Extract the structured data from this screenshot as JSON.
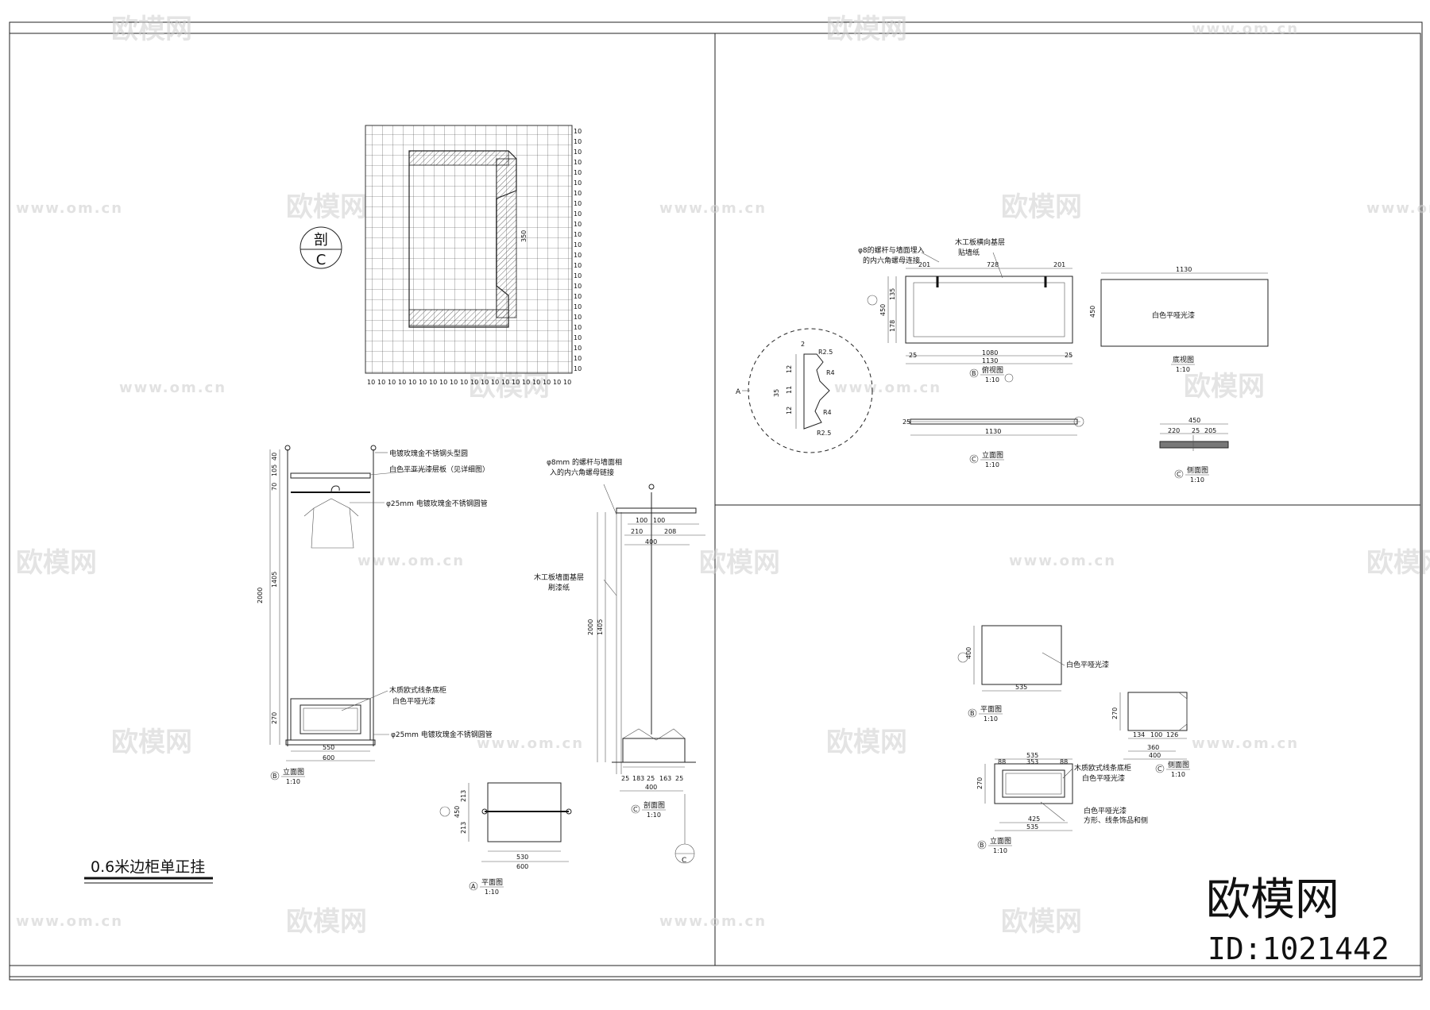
{
  "sheet_title": "0.6米边柜单正挂",
  "section_marker": {
    "top": "剖",
    "bottom": "C"
  },
  "watermark": {
    "logo_text": "欧模网",
    "url_text": "www.om.cn"
  },
  "brand": {
    "name": "欧模网",
    "id": "ID:1021442"
  },
  "grid_section": {
    "tick": "10",
    "dim": "350"
  },
  "elevation_b": {
    "notes": [
      "电镀玫瑰金不锈钢头型圆",
      "白色平亚光漆层板（见详细图）",
      "φ25mm 电镀玫瑰金不锈钢圆管",
      "木质欧式线条底柜",
      "白色平哑光漆",
      "φ25mm 电镀玫瑰金不锈钢圆管"
    ],
    "dims": {
      "total": "2000",
      "upper": "1405",
      "base": "270",
      "inner": "550",
      "outer": "600",
      "top1": "40",
      "top2": "105",
      "top3": "70"
    },
    "label": "立面图",
    "scale": "1:10",
    "circle": "B"
  },
  "side_section": {
    "notes": [
      "φ8mm 的螺杆与墙面相",
      "入的内六角螺母链接",
      "木工板墙面基层",
      "刷漆纸"
    ],
    "dims": {
      "a": "100",
      "b": "100",
      "c": "210",
      "d": "208",
      "e": "400",
      "total": "2000",
      "upper": "1405",
      "f": "25",
      "g": "183",
      "h": "25",
      "i": "163",
      "j": "25"
    },
    "label": "剖面图",
    "scale": "1:10",
    "circle": "C"
  },
  "plan_a": {
    "dims": {
      "w1": "530",
      "w2": "600",
      "h1": "213",
      "h2": "450",
      "h3": "213"
    },
    "label": "平面图",
    "scale": "1:10",
    "circle": "A"
  },
  "shelf_plan": {
    "notes": [
      "φ8的螺杆与墙面埋入",
      "的内六角螺母连接",
      "木工板横向基层",
      "贴墙纸"
    ],
    "dims": {
      "a": "201",
      "b": "728",
      "c": "201",
      "d": "1080",
      "e": "1130",
      "f": "25",
      "g": "25",
      "h1": "135",
      "h2": "450",
      "h3": "178"
    },
    "label": "俯视图",
    "scale": "1:10",
    "circle": "B"
  },
  "shelf_bottom": {
    "note": "白色平哑光漆",
    "dims": {
      "w": "1130",
      "h": "450"
    },
    "label": "底视图",
    "scale": "1:10"
  },
  "detail_a": {
    "label": "A",
    "dims": [
      "2",
      "R2.5",
      "12",
      "R4",
      "11",
      "35",
      "12",
      "R4",
      "R2.5"
    ]
  },
  "shelf_elev": {
    "dims": {
      "w": "1130",
      "h": "25"
    },
    "label": "立面图",
    "scale": "1:10",
    "circle": "C"
  },
  "shelf_side": {
    "dims": {
      "w": "450",
      "a": "220",
      "b": "205",
      "c": "25"
    },
    "label": "侧面图",
    "scale": "1:10",
    "circle": "C"
  },
  "base_plan": {
    "note": "白色平哑光漆",
    "dims": {
      "w": "535",
      "h": "400"
    },
    "label": "平面图",
    "scale": "1:10",
    "circle": "B"
  },
  "base_side": {
    "dims": {
      "h": "270",
      "a": "134",
      "b": "100",
      "c": "126",
      "d": "360",
      "e": "400"
    },
    "label": "侧面图",
    "scale": "1:10",
    "circle": "C"
  },
  "base_elev": {
    "notes": [
      "木质欧式线条底柜",
      "白色平哑光漆",
      "白色平哑光漆",
      "方形、线条饰品和侧"
    ],
    "dims": {
      "a": "535",
      "b": "88",
      "c": "353",
      "d": "88",
      "e": "270",
      "f": "425",
      "g": "535"
    },
    "label": "立面图",
    "scale": "1:10",
    "circle": "B"
  }
}
